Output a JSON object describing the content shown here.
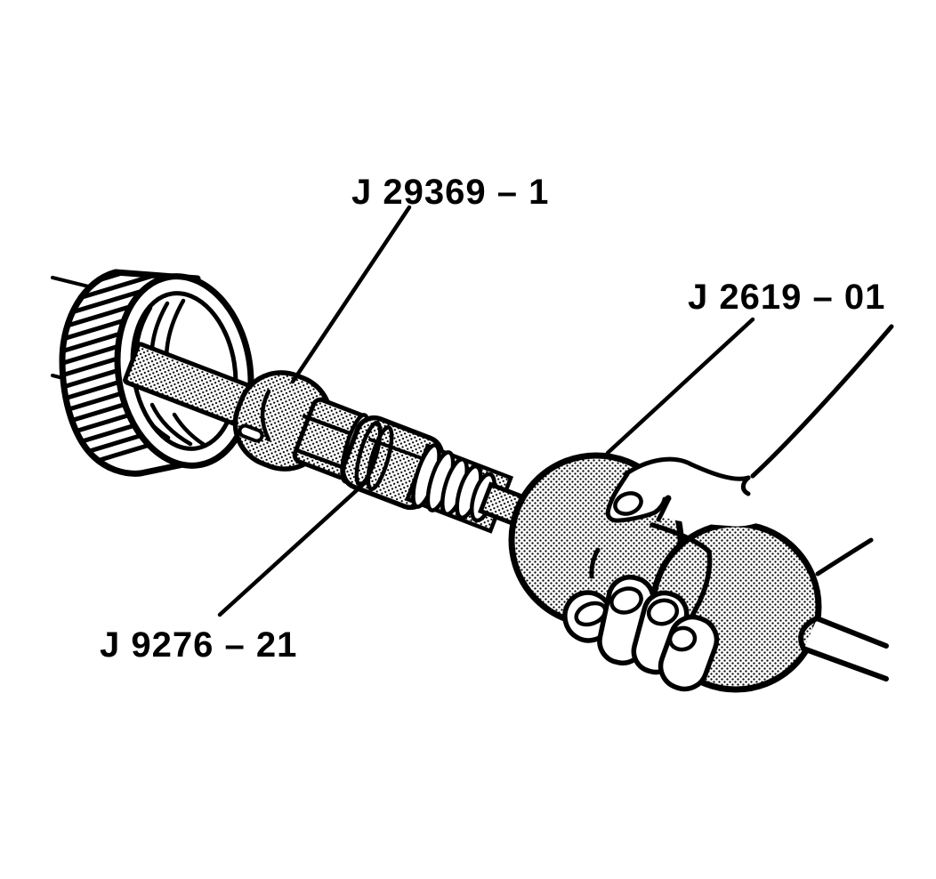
{
  "figure": {
    "background_color": "#ffffff",
    "ink_color": "#000000",
    "labels": {
      "j29369_1": "J 29369 – 1",
      "j2619_01": "J 2619 – 01",
      "j9276_21": "J 9276 – 21"
    }
  }
}
